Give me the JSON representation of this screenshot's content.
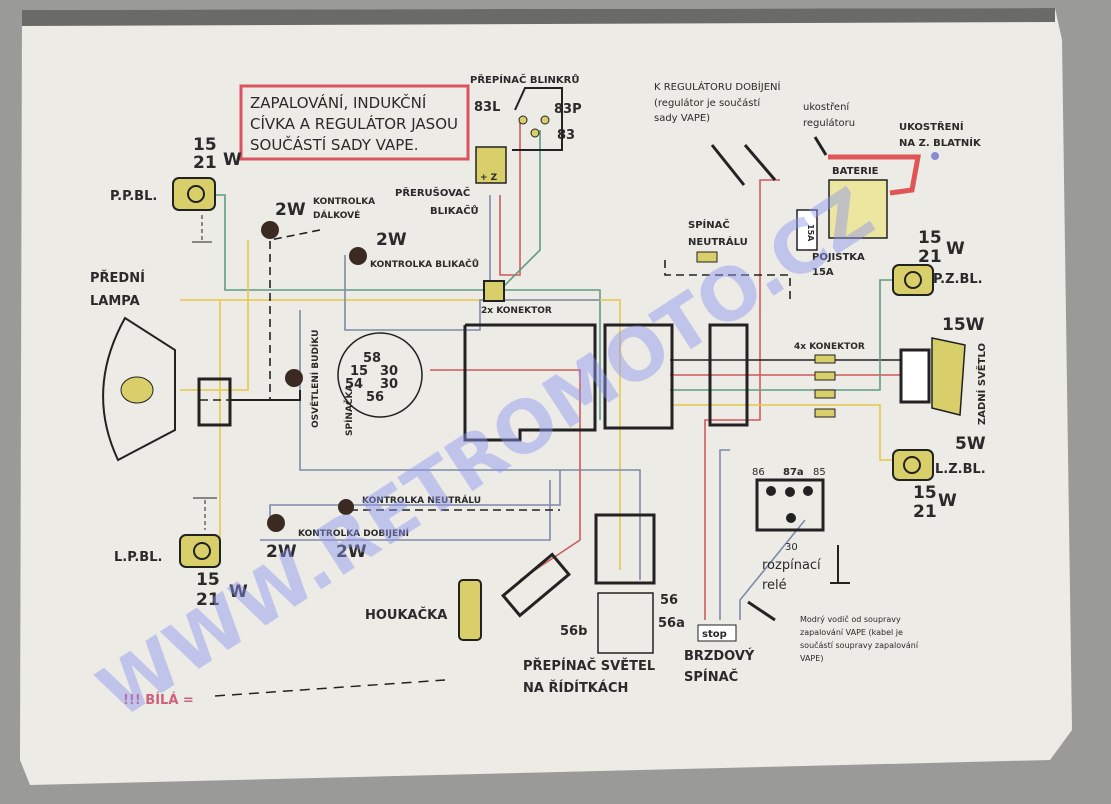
{
  "notice_box": {
    "lines": [
      "ZAPALOVÁNÍ, INDUKČNÍ",
      "CÍVKA A REGULÁTOR JASOU",
      "SOUČÁSTÍ SADY VAPE."
    ]
  },
  "components": {
    "turn_switch": {
      "title": "PŘEPÍNAČ BLINKRŮ",
      "t_83l": "83L",
      "t_83p": "83P",
      "t_83": "83"
    },
    "flasher": {
      "title_1": "PŘERUŠOVAČ",
      "title_2": "BLIKAČŮ",
      "terminals": "+ Z"
    },
    "regulator_note": {
      "lines": [
        "K REGULÁTORU DOBÍJENÍ",
        "(regulátor je součástí",
        "sady VAPE)"
      ]
    },
    "regulator_ground": {
      "lines": [
        "ukostření",
        "regulátoru"
      ]
    },
    "battery": {
      "title": "BATERIE",
      "ground_1": "UKOSTŘENÍ",
      "ground_2": "NA Z. BLATNÍK"
    },
    "fuse": {
      "title": "POJISTKA",
      "rating": "15A",
      "label": "15A"
    },
    "neutral_switch": {
      "lines": [
        "SPÍNAČ",
        "NEUTRÁLU"
      ]
    },
    "front_right_blinker": {
      "label": "P.P.BL.",
      "w1": "15",
      "w2": "21",
      "w": "W"
    },
    "front_left_blinker": {
      "label": "L.P.BL.",
      "w1": "15",
      "w2": "21",
      "w": "W"
    },
    "rear_right_blinker": {
      "label": "P.Z.BL.",
      "w1": "15",
      "w2": "21",
      "w": "W"
    },
    "rear_left_blinker": {
      "label": "L.Z.BL.",
      "w1": "15",
      "w2": "21",
      "w": "W",
      "extra": "5W"
    },
    "tail_light": {
      "label": "ZADNÍ SVĚTLO",
      "watt": "15W"
    },
    "headlamp": {
      "lines": [
        "PŘEDNÍ",
        "LAMPA"
      ]
    },
    "high_beam_lamp": {
      "watt": "2W",
      "lines": [
        "KONTROLKA",
        "DÁLKOVÉ"
      ]
    },
    "blinker_lamp": {
      "watt": "2W",
      "label": "KONTROLKA BLIKAČŮ"
    },
    "connector_2x": {
      "label": "2x KONEKTOR"
    },
    "connector_4x": {
      "label": "4x KONEKTOR"
    },
    "gauge_light": {
      "label": "OSVĚTLENÍ BUDÍKU"
    },
    "ignition_switch": {
      "label": "SPÍNAČKA",
      "t58": "58",
      "t15": "15",
      "t30a": "30",
      "t54": "54",
      "t30b": "30",
      "t56": "56"
    },
    "neutral_lamp": {
      "label": "KONTROLKA NEUTRÁLU",
      "watt": "2W"
    },
    "charge_lamp": {
      "label": "KONTROLKA DOBIJENÍ",
      "watt": "2W"
    },
    "horn": {
      "label": "HOUKAČKA"
    },
    "light_switch": {
      "lines": [
        "PŘEPÍNAČ SVĚTEL",
        "NA ŘÍDÍTKÁCH"
      ],
      "t56": "56",
      "t56a": "56a",
      "t56b": "56b"
    },
    "brake_switch": {
      "lines": [
        "BRZDOVÝ",
        "SPÍNAČ"
      ],
      "stop": "stop"
    },
    "relay": {
      "t86": "86",
      "t87a": "87a",
      "t85": "85",
      "t30": "30",
      "lines": [
        "rozpínací",
        "relé"
      ]
    },
    "blue_wire_note": {
      "lines": [
        "Modrý vodič od soupravy",
        "zapalování VAPE (kabel je",
        "součástí soupravy zapalování",
        "VAPE)"
      ]
    },
    "legend": {
      "white": "!!! BÍLÁ ="
    }
  },
  "watermark": "WWW.RETROMOTO.CZ",
  "colors": {
    "wire_green": "#5f9c84",
    "wire_yellow": "#e6c84a",
    "wire_blue": "#7d8bab",
    "wire_red": "#cf5b5b",
    "notice_border": "#d9545e",
    "component_fill": "#d9cf6a"
  }
}
